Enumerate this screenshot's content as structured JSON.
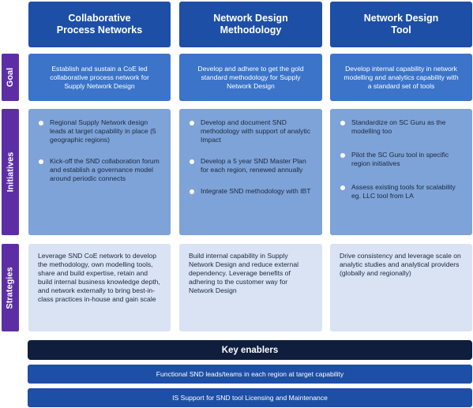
{
  "columns": [
    {
      "header": "Collaborative Process Networks",
      "goal": "Establish and sustain a CoE led collaborative process network for Supply Network Design",
      "initiatives": [
        "Regional Supply Network design leads at target capability in place (5 geographic regions)",
        "Kick-off the SND collaboration forum and establish a governance model around periodic connects"
      ],
      "strategy": "Leverage SND CoE network to develop the methodology, own modelling tools, share and build expertise, retain and build internal business knowledge depth, and network externally to bring best-in-class practices in-house and gain scale"
    },
    {
      "header": "Network Design Methodology",
      "goal": "Develop and adhere to get the gold standard methodology for Supply Network Design",
      "initiatives": [
        "Develop and document SND methodology with support of analytic Impact",
        "Develop a 5 year SND Master Plan for each region, renewed annually",
        "Integrate SND methodology with IBT"
      ],
      "strategy": "Build internal capability in Supply Network Design and reduce external dependency. Leverage benefits of adhering to the customer way for Network Design"
    },
    {
      "header": "Network Design Tool",
      "goal": "Develop internal capability in network modelling and analytics capability with a standard set of tools",
      "initiatives": [
        "Standardize on SC Guru as the modelling too",
        "Pilot the SC Guru tool in specific region initiatives",
        "Assess existing tools for scalability eg. LLC tool from LA"
      ],
      "strategy": "Drive consistency and leverage scale on analytic studies and analytical providers (globally and regionally)"
    }
  ],
  "row_labels": {
    "goal": "Goal",
    "initiatives": "Initiatives",
    "strategies": "Strategies"
  },
  "key_enablers": {
    "title": "Key enablers",
    "items": [
      "Functional SND leads/teams in each region at target capability",
      "IS Support for SND tool Licensing and Maintenance"
    ]
  },
  "colors": {
    "header": "#1e4fa6",
    "goal": "#3b74c9",
    "initiatives": "#7ea3d8",
    "strategies": "#d9e3f3",
    "row_label": "#5b2fa3",
    "key_enablers_header": "#0f1e3c"
  }
}
